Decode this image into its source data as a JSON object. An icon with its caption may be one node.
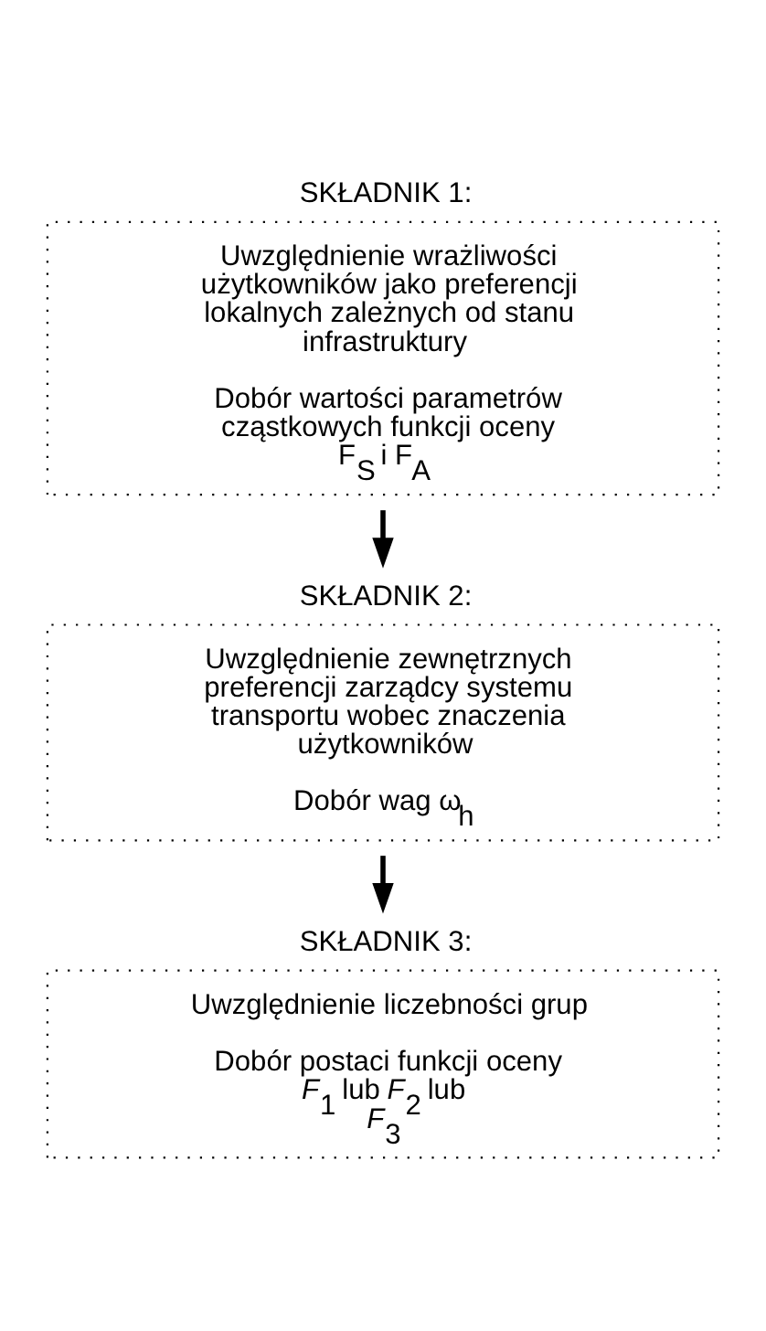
{
  "diagram": {
    "nodes": [
      {
        "text": [
          "SKŁADNIK 1:",
          "Uwzględnienie wrażliwości użytkowników jako preferencji lokalnych zależnych od stanu infrastruktury",
          "Dobór wartości parametrów cząstkowych funkcji oceny F$_{S}$ i F$_{A}$"
        ]
      },
      {
        "text": [
          "SKŁADNIK 2:",
          "Uwzględnienie zewnętrznych preferencji zarządcy systemu transportu wobec znaczenia użytkowników",
          "Dobór wag ω$_{h}$"
        ]
      },
      {
        "text": [
          "SKŁADNIK 3:",
          "Uwzględnienie liczebności grup",
          "Dobór postaci funkcji oceny *F*$_{1}$ lub *F*$_{2}$ lub *F*$_{3}$"
        ]
      }
    ],
    "edges": [
      {
        "from": 0,
        "to": 1,
        "arrow": "to"
      },
      {
        "from": 1,
        "to": 2,
        "arrow": "to"
      }
    ]
  }
}
